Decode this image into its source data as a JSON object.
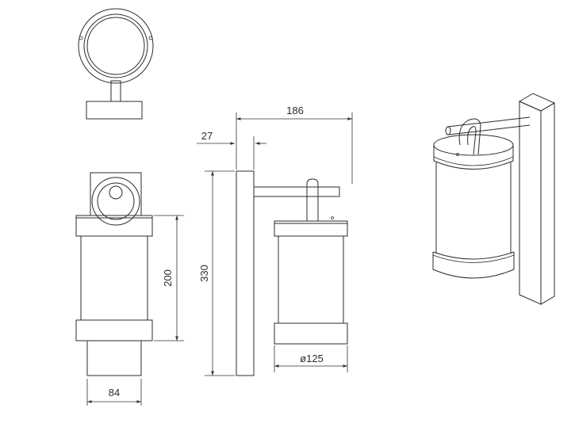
{
  "dimensions": {
    "overall_projection": "186",
    "wall_offset": "27",
    "overall_height": "330",
    "lantern_height": "200",
    "lantern_diameter": "ø125",
    "backplate_width": "84"
  },
  "colors": {
    "line": "#2b2b2b",
    "background": "#ffffff"
  }
}
